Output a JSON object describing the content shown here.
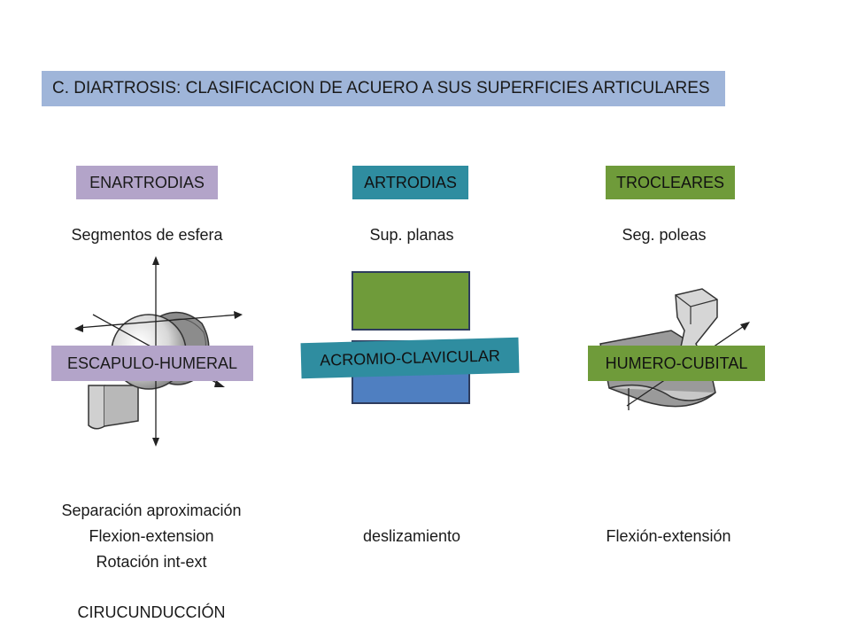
{
  "title": "C. DIARTROSIS: CLASIFICACION DE ACUERO A SUS SUPERFICIES ARTICULARES",
  "columns": [
    {
      "category": "ENARTRODIAS",
      "description": "Segmentos de esfera",
      "example": "ESCAPULO-HUMERAL",
      "movements": [
        "Separación aproximación",
        "Flexion-extension",
        "Rotación int-ext"
      ],
      "extra": "CIRUCUNDUCCIÓN",
      "icon": "ball-socket-joint-icon"
    },
    {
      "category": "ARTRODIAS",
      "description": "Sup. planas",
      "example": "ACROMIO-CLAVICULAR",
      "movements": [
        "deslizamiento"
      ],
      "icon": "plane-joint-icon"
    },
    {
      "category": "TROCLEARES",
      "description": "Seg. poleas",
      "example": "HUMERO-CUBITAL",
      "movements": [
        "Flexión-extensión"
      ],
      "icon": "hinge-joint-icon"
    }
  ],
  "colors": {
    "title_bg": "#9fb5d9",
    "enartrodias": "#b3a4c9",
    "artrodias": "#2f8da0",
    "trocleares": "#6f9b3a",
    "plane_top": "#6f9b3a",
    "plane_bottom": "#4f7fc1"
  }
}
